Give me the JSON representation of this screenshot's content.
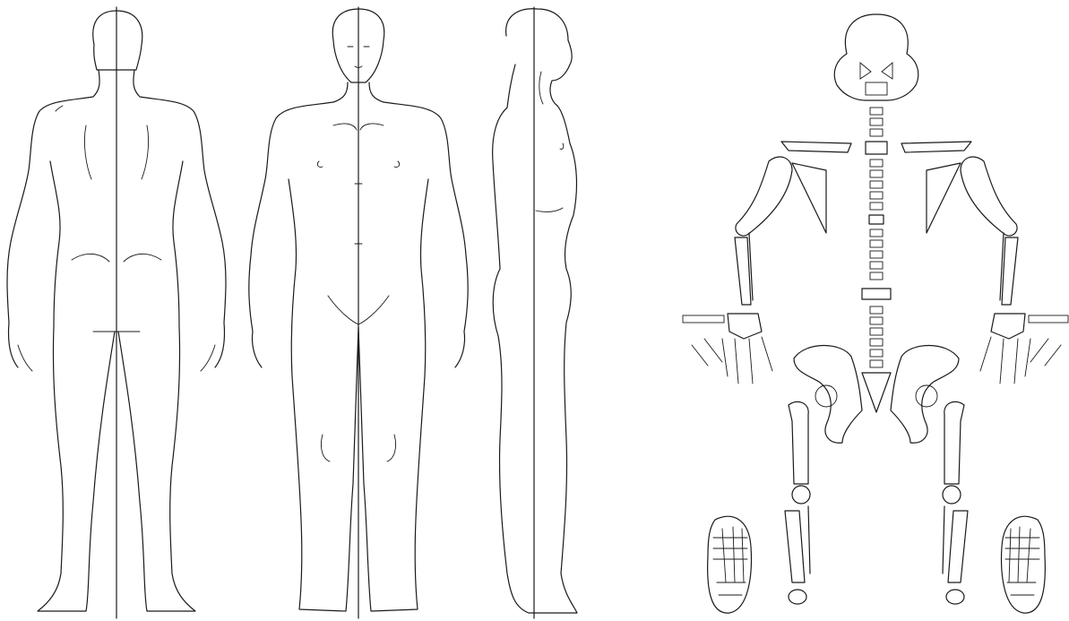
{
  "views": [
    {
      "id": "back-view"
    },
    {
      "id": "front-view"
    },
    {
      "id": "side-view"
    },
    {
      "id": "skeleton-chart"
    }
  ],
  "stroke_color": "#1a1a1a",
  "background_color": "#ffffff"
}
